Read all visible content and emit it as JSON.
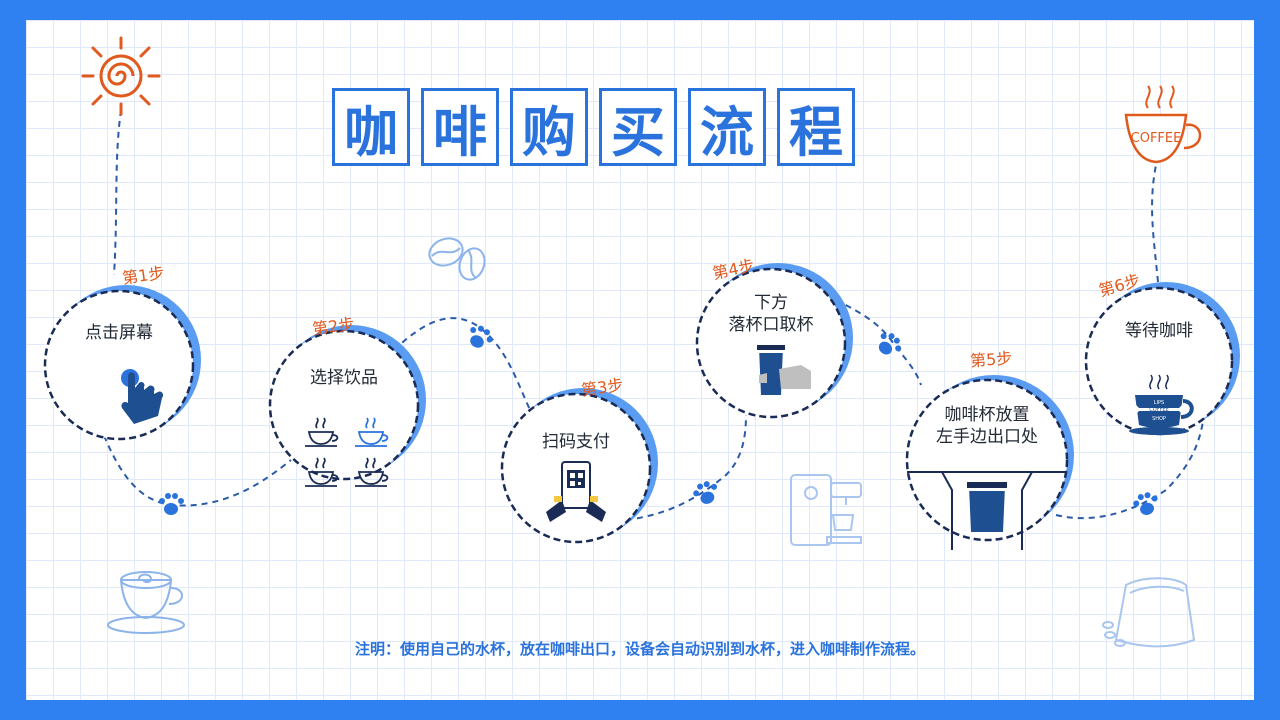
{
  "title_chars": [
    "咖",
    "啡",
    "购",
    "买",
    "流",
    "程"
  ],
  "steps": [
    {
      "label": "第1步",
      "text": "点击屏幕",
      "icon": "tap-hand-icon"
    },
    {
      "label": "第2步",
      "text": "选择饮品",
      "icon": "coffee-cups-icon"
    },
    {
      "label": "第3步",
      "text": "扫码支付",
      "icon": "qr-phone-icon"
    },
    {
      "label": "第4步",
      "text_lines": [
        "下方",
        "落杯口取杯"
      ],
      "icon": "cup-hand-icon"
    },
    {
      "label": "第5步",
      "text_lines": [
        "咖啡杯放置",
        "左手边出口处"
      ],
      "icon": "cup-outlet-icon"
    },
    {
      "label": "第6步",
      "text": "等待咖啡",
      "icon": "coffee-shop-cup-icon"
    }
  ],
  "coffee_sign_text": "COFFEE",
  "cup_badge": {
    "line1": "LIPS",
    "line2": "COFFEE",
    "line3": "SHOP"
  },
  "note": "注明：使用自己的水杯，放在咖啡出口，设备会自动识别到水杯，进入咖啡制作流程。",
  "colors": {
    "frame": "#2f80f0",
    "title": "#2a73dc",
    "accent_orange": "#e05a1e",
    "navy": "#1a2b55",
    "cup_blue": "#1d4f91"
  }
}
